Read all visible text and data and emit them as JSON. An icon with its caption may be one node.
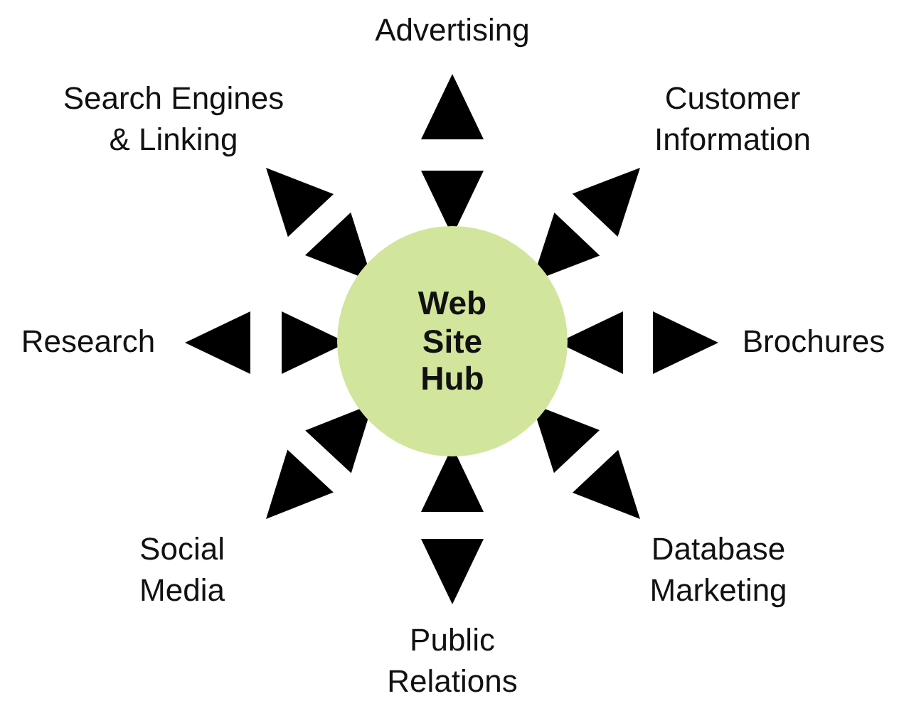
{
  "diagram": {
    "nodes": [
      {
        "text": [
          "Advertising"
        ]
      },
      {
        "text": [
          "Search Engines & Linking"
        ]
      },
      {
        "text": [
          "Customer Information"
        ]
      },
      {
        "text": [
          "Web Site Hub"
        ]
      },
      {
        "text": [
          "Research"
        ]
      },
      {
        "text": [
          "Brochures"
        ]
      },
      {
        "text": [
          "Social Media"
        ]
      },
      {
        "text": [
          "Database Marketing"
        ]
      },
      {
        "text": [
          "Public Relations"
        ]
      }
    ],
    "edges": [
      {
        "from": 3,
        "to": 0,
        "arrow": "both"
      },
      {
        "from": 3,
        "to": 1,
        "arrow": "both"
      },
      {
        "from": 3,
        "to": 2,
        "arrow": "both"
      },
      {
        "from": 3,
        "to": 4,
        "arrow": "both"
      },
      {
        "from": 3,
        "to": 5,
        "arrow": "both"
      },
      {
        "from": 3,
        "to": 6,
        "arrow": "both"
      },
      {
        "from": 3,
        "to": 7,
        "arrow": "both"
      },
      {
        "from": 3,
        "to": 8,
        "arrow": "both"
      }
    ]
  }
}
